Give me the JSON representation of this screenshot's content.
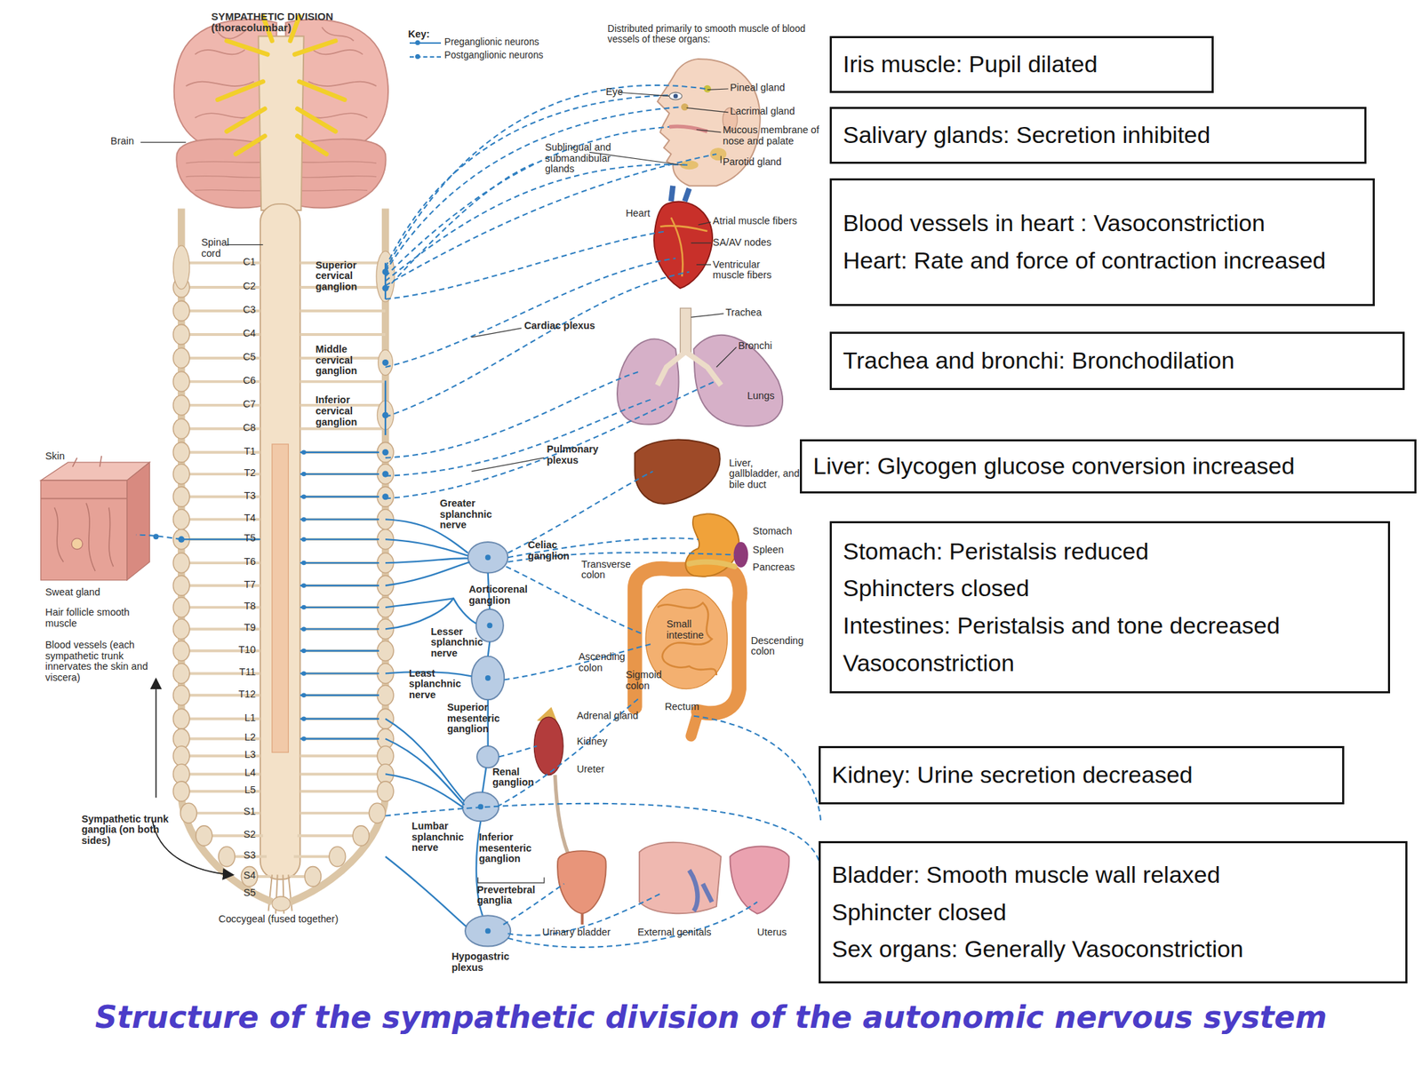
{
  "diagram": {
    "title": "SYMPATHETIC DIVISION (thoracolumbar)",
    "caption": "Structure of the sympathetic division of the autonomic nervous system",
    "nodes": [
      {
        "text": [
          "Iris muscle: Pupil dilated"
        ]
      },
      {
        "text": [
          "Salivary glands: Secretion inhibited"
        ]
      },
      {
        "text": [
          "Blood vessels in heart : Vasoconstriction",
          "Heart: Rate and force of contraction increased"
        ]
      },
      {
        "text": [
          "Trachea and bronchi: Bronchodilation"
        ]
      },
      {
        "text": [
          "Liver: Glycogen glucose conversion increased"
        ]
      },
      {
        "text": [
          "Stomach: Peristalsis reduced",
          "Sphincters closed",
          "Intestines: Peristalsis and tone decreased",
          "Vasoconstriction"
        ]
      },
      {
        "text": [
          "Kidney: Urine secretion decreased"
        ]
      },
      {
        "text": [
          "Bladder: Smooth muscle wall relaxed",
          "Sphincter closed",
          "Sex organs: Generally Vasoconstriction"
        ]
      }
    ],
    "labels": [
      "Key:",
      "Distributed primarily to smooth muscle of blood vessels of these organs:",
      "Brain",
      "Spinal cord",
      "C1",
      "C2",
      "C3",
      "C4",
      "C5",
      "C6",
      "C7",
      "C8",
      "T1",
      "T2",
      "T3",
      "T4",
      "T5",
      "T6",
      "T7",
      "T8",
      "T9",
      "T10",
      "T11",
      "T12",
      "L1",
      "L2",
      "L3",
      "L4",
      "L5",
      "S1",
      "S2",
      "S3",
      "S4",
      "S5",
      "Coccygeal (fused together)",
      "Superior cervical ganglion",
      "Middle cervical ganglion",
      "Inferior cervical ganglion",
      "Skin",
      "Sweat gland",
      "Hair follicle smooth muscle",
      "Blood vessels (each sympathetic trunk innervates the skin and viscera)",
      "Sympathetic trunk ganglia (on both sides)",
      "Cardiac plexus",
      "Pulmonary plexus",
      "Greater splanchnic nerve",
      "Celiac ganglion",
      "Transverse colon",
      "Aorticorenal ganglion",
      "Lesser splanchnic nerve",
      "Least splanchnic nerve",
      "Superior mesenteric ganglion",
      "Renal ganglion",
      "Lumbar splanchnic nerve",
      "Inferior mesenteric ganglion",
      "Prevertebral ganglia",
      "Hypogastric plexus",
      "Eye",
      "Pineal gland",
      "Lacrimal gland",
      "Mucous membrane of nose and palate",
      "Parotid gland",
      "Sublingual and submandibular glands",
      "Heart",
      "Atrial muscle fibers",
      "SA/AV nodes",
      "Ventricular muscle fibers",
      "Trachea",
      "Bronchi",
      "Lungs",
      "Liver, gallbladder, and bile duct",
      "Stomach",
      "Spleen",
      "Pancreas",
      "Small intestine",
      "Ascending colon",
      "Descending colon",
      "Sigmoid colon",
      "Rectum",
      "Adrenal gland",
      "Kidney",
      "Ureter",
      "Urinary bladder",
      "External genitals",
      "Uterus"
    ],
    "legend": [
      {
        "text": "Preganglionic neurons"
      },
      {
        "text": "Postganglionic neurons"
      }
    ]
  }
}
